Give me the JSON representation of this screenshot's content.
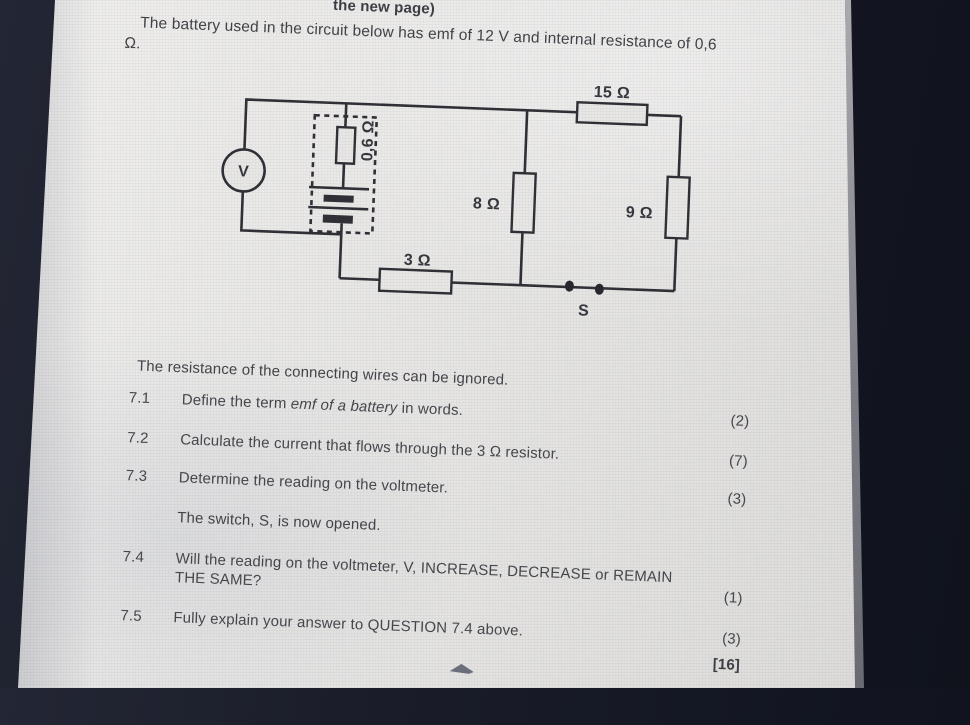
{
  "page": {
    "top_fragment": "the new page)",
    "intro_line1": "The battery used in the circuit below has emf of 12 V and internal resistance of 0,6",
    "intro_line2": "Ω.",
    "wires_note": "The resistance of the connecting wires can be ignored.",
    "switch_note": "The switch, S, is now opened.",
    "total_marks": "[16]",
    "emf_value": "12 V",
    "internal_resistance_value": "0,6 Ω"
  },
  "circuit": {
    "voltmeter_label": "V",
    "internal_resistance_label": "0,6 Ω",
    "r15_label": "15 Ω",
    "r8_label": "8 Ω",
    "r9_label": "9 Ω",
    "r3_label": "3 Ω",
    "switch_label": "S"
  },
  "questions": [
    {
      "num": "7.1",
      "pre": "Define the term ",
      "italic": "emf of a battery",
      "post": " in words.",
      "marks": "(2)"
    },
    {
      "num": "7.2",
      "pre": "Calculate the current that flows through the 3 Ω resistor.",
      "italic": "",
      "post": "",
      "marks": "(7)"
    },
    {
      "num": "7.3",
      "pre": "Determine the reading on the voltmeter.",
      "italic": "",
      "post": "",
      "marks": "(3)"
    },
    {
      "num": "7.4",
      "pre": "Will the reading on the voltmeter, V, INCREASE, DECREASE or REMAIN THE SAME?",
      "italic": "",
      "post": "",
      "marks": "(1)"
    },
    {
      "num": "7.5",
      "pre": "Fully explain your answer to QUESTION 7.4 above.",
      "italic": "",
      "post": "",
      "marks": "(3)"
    }
  ]
}
